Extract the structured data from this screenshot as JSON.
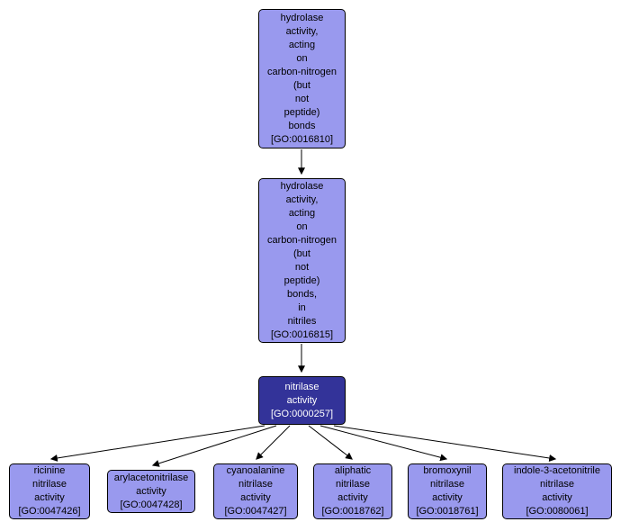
{
  "title": "GO term ancestry graph for nitrilase activity",
  "colors": {
    "background": "#ffffff",
    "node_fill": "#9999ee",
    "node_border": "#000000",
    "focus_node_fill": "#333399",
    "focus_node_text": "#ffffff",
    "edge": "#000000"
  },
  "nodes": {
    "go0016810": {
      "id": "GO:0016810",
      "label": "hydrolase\nactivity,\nacting\non\ncarbon-nitrogen\n(but\nnot\npeptide)\nbonds\n[GO:0016810]"
    },
    "go0016815": {
      "id": "GO:0016815",
      "label": "hydrolase\nactivity,\nacting\non\ncarbon-nitrogen\n(but\nnot\npeptide)\nbonds,\nin\nnitriles\n[GO:0016815]"
    },
    "go0000257": {
      "id": "GO:0000257",
      "label": "nitrilase\nactivity\n[GO:0000257]"
    },
    "go0047426": {
      "id": "GO:0047426",
      "label": "ricinine\nnitrilase\nactivity\n[GO:0047426]"
    },
    "go0047428": {
      "id": "GO:0047428",
      "label": "arylacetonitrilase\nactivity\n[GO:0047428]"
    },
    "go0047427": {
      "id": "GO:0047427",
      "label": "cyanoalanine\nnitrilase\nactivity\n[GO:0047427]"
    },
    "go0018762": {
      "id": "GO:0018762",
      "label": "aliphatic\nnitrilase\nactivity\n[GO:0018762]"
    },
    "go0018761": {
      "id": "GO:0018761",
      "label": "bromoxynil\nnitrilase\nactivity\n[GO:0018761]"
    },
    "go0080061": {
      "id": "GO:0080061",
      "label": "indole-3-acetonitrile\nnitrilase\nactivity\n[GO:0080061]"
    }
  },
  "edges": [
    {
      "from": "GO:0016810",
      "to": "GO:0016815"
    },
    {
      "from": "GO:0016815",
      "to": "GO:0000257"
    },
    {
      "from": "GO:0000257",
      "to": "GO:0047426"
    },
    {
      "from": "GO:0000257",
      "to": "GO:0047428"
    },
    {
      "from": "GO:0000257",
      "to": "GO:0047427"
    },
    {
      "from": "GO:0000257",
      "to": "GO:0018762"
    },
    {
      "from": "GO:0000257",
      "to": "GO:0018761"
    },
    {
      "from": "GO:0000257",
      "to": "GO:0080061"
    }
  ]
}
